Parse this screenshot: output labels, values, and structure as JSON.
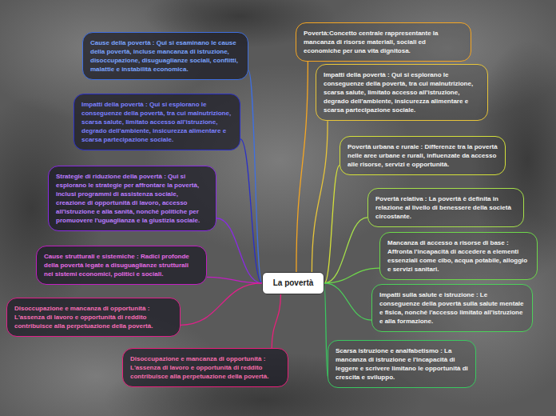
{
  "diagram": {
    "nodes": [
      {
        "text": [
          "La povertà"
        ]
      },
      {
        "text": [
          "Povertà:Concetto centrale rappresentante la mancanza di risorse materiali, sociali ed economiche per una vita dignitosa."
        ]
      },
      {
        "text": [
          "Impatti della povertà : Qui si esplorano le conseguenze della povertà, tra cui malnutrizione, scarsa salute, limitato accesso all'istruzione, degrado dell'ambiente, insicurezza alimentare e scarsa partecipazione sociale."
        ]
      },
      {
        "text": [
          "Povertà urbana e rurale : Differenze tra la povertà nelle aree urbane e rurali, influenzate da accesso alle risorse, servizi e opportunità."
        ]
      },
      {
        "text": [
          "Povertà relativa : La povertà è definita in relazione al livello di benessere della società circostante."
        ]
      },
      {
        "text": [
          "Mancanza di accesso a risorse di base : Affronta l'incapacità di accedere a elementi essenziali come cibo, acqua potabile, alloggio e servizi sanitari."
        ]
      },
      {
        "text": [
          "Impatti sulla salute e istruzione : Le conseguenze della povertà sulla salute mentale e fisica, nonché l'accesso limitato all'istruzione e alla formazione."
        ]
      },
      {
        "text": [
          "Scarsa istruzione e analfabetismo : La mancanza di istruzione e l'incapacità di leggere e scrivere limitano le opportunità di crescita e sviluppo."
        ]
      },
      {
        "text": [
          "Cause della povertà : Qui si esaminano le cause della povertà, incluse mancanza di istruzione, disoccupazione, disuguaglianze sociali, conflitti, malattie e instabilità economica."
        ]
      },
      {
        "text": [
          "Impatti della povertà : Qui si esplorano le conseguenze della povertà, tra cui malnutrizione, scarsa salute, limitato accesso all'istruzione, degrado dell'ambiente, insicurezza alimentare e scarsa partecipazione sociale."
        ]
      },
      {
        "text": [
          "Strategie di riduzione della povertà : Qui si esplorano le strategie per affrontare la povertà, inclusi programmi di assistenza sociale, creazione di opportunità di lavoro, accesso all'istruzione e alla sanità, nonché politiche per promuovere l'uguaglianza e la giustizia sociale."
        ]
      },
      {
        "text": [
          "Cause strutturali e sistemiche : Radici profonde della povertà legate a disuguaglianze strutturali nei sistemi economici, politici e sociali."
        ]
      },
      {
        "text": [
          "Disoccupazione e mancanza di opportunità : L'assenza di lavoro e opportunità di reddito contribuisce alla perpetuazione della povertà."
        ]
      },
      {
        "text": [
          "Disoccupazione e mancanza di opportunità : L'assenza di lavoro e opportunità di reddito contribuisce alla perpetuazione della povertà."
        ]
      }
    ],
    "edges": [
      {
        "from": 0,
        "to": 1,
        "arrow": "none"
      },
      {
        "from": 0,
        "to": 2,
        "arrow": "none"
      },
      {
        "from": 0,
        "to": 3,
        "arrow": "none"
      },
      {
        "from": 0,
        "to": 4,
        "arrow": "none"
      },
      {
        "from": 0,
        "to": 5,
        "arrow": "none"
      },
      {
        "from": 0,
        "to": 6,
        "arrow": "none"
      },
      {
        "from": 0,
        "to": 7,
        "arrow": "none"
      },
      {
        "from": 0,
        "to": 8,
        "arrow": "none"
      },
      {
        "from": 0,
        "to": 9,
        "arrow": "none"
      },
      {
        "from": 0,
        "to": 10,
        "arrow": "none"
      },
      {
        "from": 0,
        "to": 11,
        "arrow": "none"
      },
      {
        "from": 0,
        "to": 12,
        "arrow": "none"
      },
      {
        "from": 0,
        "to": 13,
        "arrow": "none"
      }
    ]
  }
}
